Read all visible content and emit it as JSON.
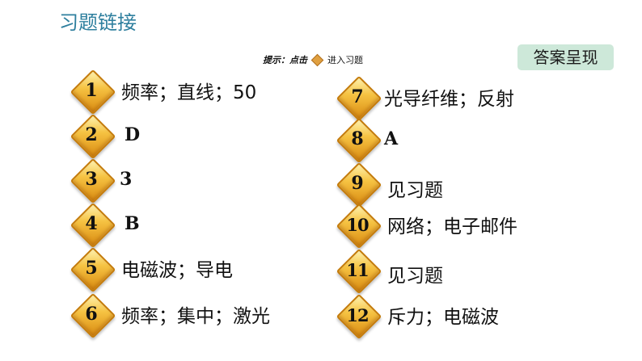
{
  "header": {
    "title": "习题链接",
    "hint_prefix": "提示：点击",
    "hint_action": "进入习题",
    "answer_button": "答案呈现"
  },
  "items": [
    {
      "num": "1",
      "answer": "频率；直线；50"
    },
    {
      "num": "2",
      "answer": "D"
    },
    {
      "num": "3",
      "answer": "3"
    },
    {
      "num": "4",
      "answer": "B"
    },
    {
      "num": "5",
      "answer": "电磁波；导电"
    },
    {
      "num": "6",
      "answer": "频率；集中；激光"
    },
    {
      "num": "7",
      "answer": "光导纤维；反射"
    },
    {
      "num": "8",
      "answer": "A"
    },
    {
      "num": "9",
      "answer": "见习题"
    },
    {
      "num": "10",
      "answer": "网络；电子邮件"
    },
    {
      "num": "11",
      "answer": "见习题"
    },
    {
      "num": "12",
      "answer": "斥力；电磁波"
    }
  ],
  "colors": {
    "title": "#2e7f9e",
    "answer_button_bg": "#cde8d9",
    "badge_fill": "#f6c343",
    "badge_border": "#c47a08"
  }
}
